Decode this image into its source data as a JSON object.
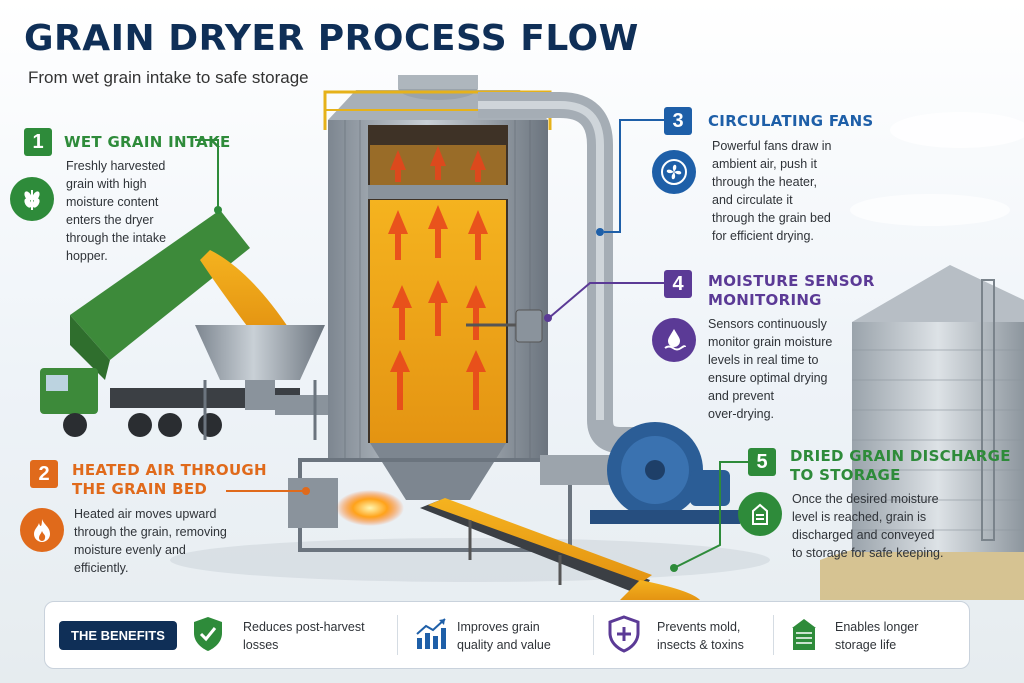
{
  "title": "GRAIN DRYER PROCESS FLOW",
  "subtitle": "From wet grain intake to safe storage",
  "steps": [
    {
      "num": "1",
      "title": "WET GRAIN INTAKE",
      "desc": [
        "Freshly harvested",
        "grain with high",
        "moisture content",
        "enters the dryer",
        "through the intake",
        "hopper."
      ],
      "color": "#2e8b3a",
      "icon": "wheat-icon"
    },
    {
      "num": "2",
      "title_lines": [
        "HEATED AIR THROUGH",
        "THE GRAIN BED"
      ],
      "desc": [
        "Heated air moves upward",
        "through the grain, removing",
        "moisture evenly and",
        "efficiently."
      ],
      "color": "#e06a1b",
      "icon": "flame-icon"
    },
    {
      "num": "3",
      "title": "CIRCULATING FANS",
      "desc": [
        "Powerful fans draw in",
        "ambient air, push it",
        "through the heater,",
        "and circulate it",
        "through the grain bed",
        "for efficient drying."
      ],
      "color": "#1e5fa8",
      "icon": "fan-icon"
    },
    {
      "num": "4",
      "title_lines": [
        "MOISTURE SENSOR",
        "MONITORING"
      ],
      "desc": [
        "Sensors continuously",
        "monitor grain moisture",
        "levels in real time to",
        "ensure optimal drying",
        "and prevent",
        "over-drying."
      ],
      "color": "#5b3a96",
      "icon": "water-drop-icon"
    },
    {
      "num": "5",
      "title_lines": [
        "DRIED GRAIN DISCHARGE",
        "TO STORAGE"
      ],
      "desc": [
        "Once the desired moisture",
        "level is reached, grain is",
        "discharged and conveyed",
        "to storage for safe keeping."
      ],
      "color": "#2e8b3a",
      "icon": "storage-bin-icon"
    }
  ],
  "benefits": {
    "label": "THE BENEFITS",
    "items": [
      {
        "lines": [
          "Reduces post-harvest",
          "losses"
        ],
        "icon": "shield-check-icon",
        "color": "#2e8b3a"
      },
      {
        "lines": [
          "Improves grain",
          "quality and value"
        ],
        "icon": "chart-up-icon",
        "color": "#1e5fa8"
      },
      {
        "lines": [
          "Prevents mold,",
          "insects & toxins"
        ],
        "icon": "shield-plus-icon",
        "color": "#5b3a96"
      },
      {
        "lines": [
          "Enables longer",
          "storage life"
        ],
        "icon": "silo-icon",
        "color": "#2e8b3a"
      }
    ]
  }
}
